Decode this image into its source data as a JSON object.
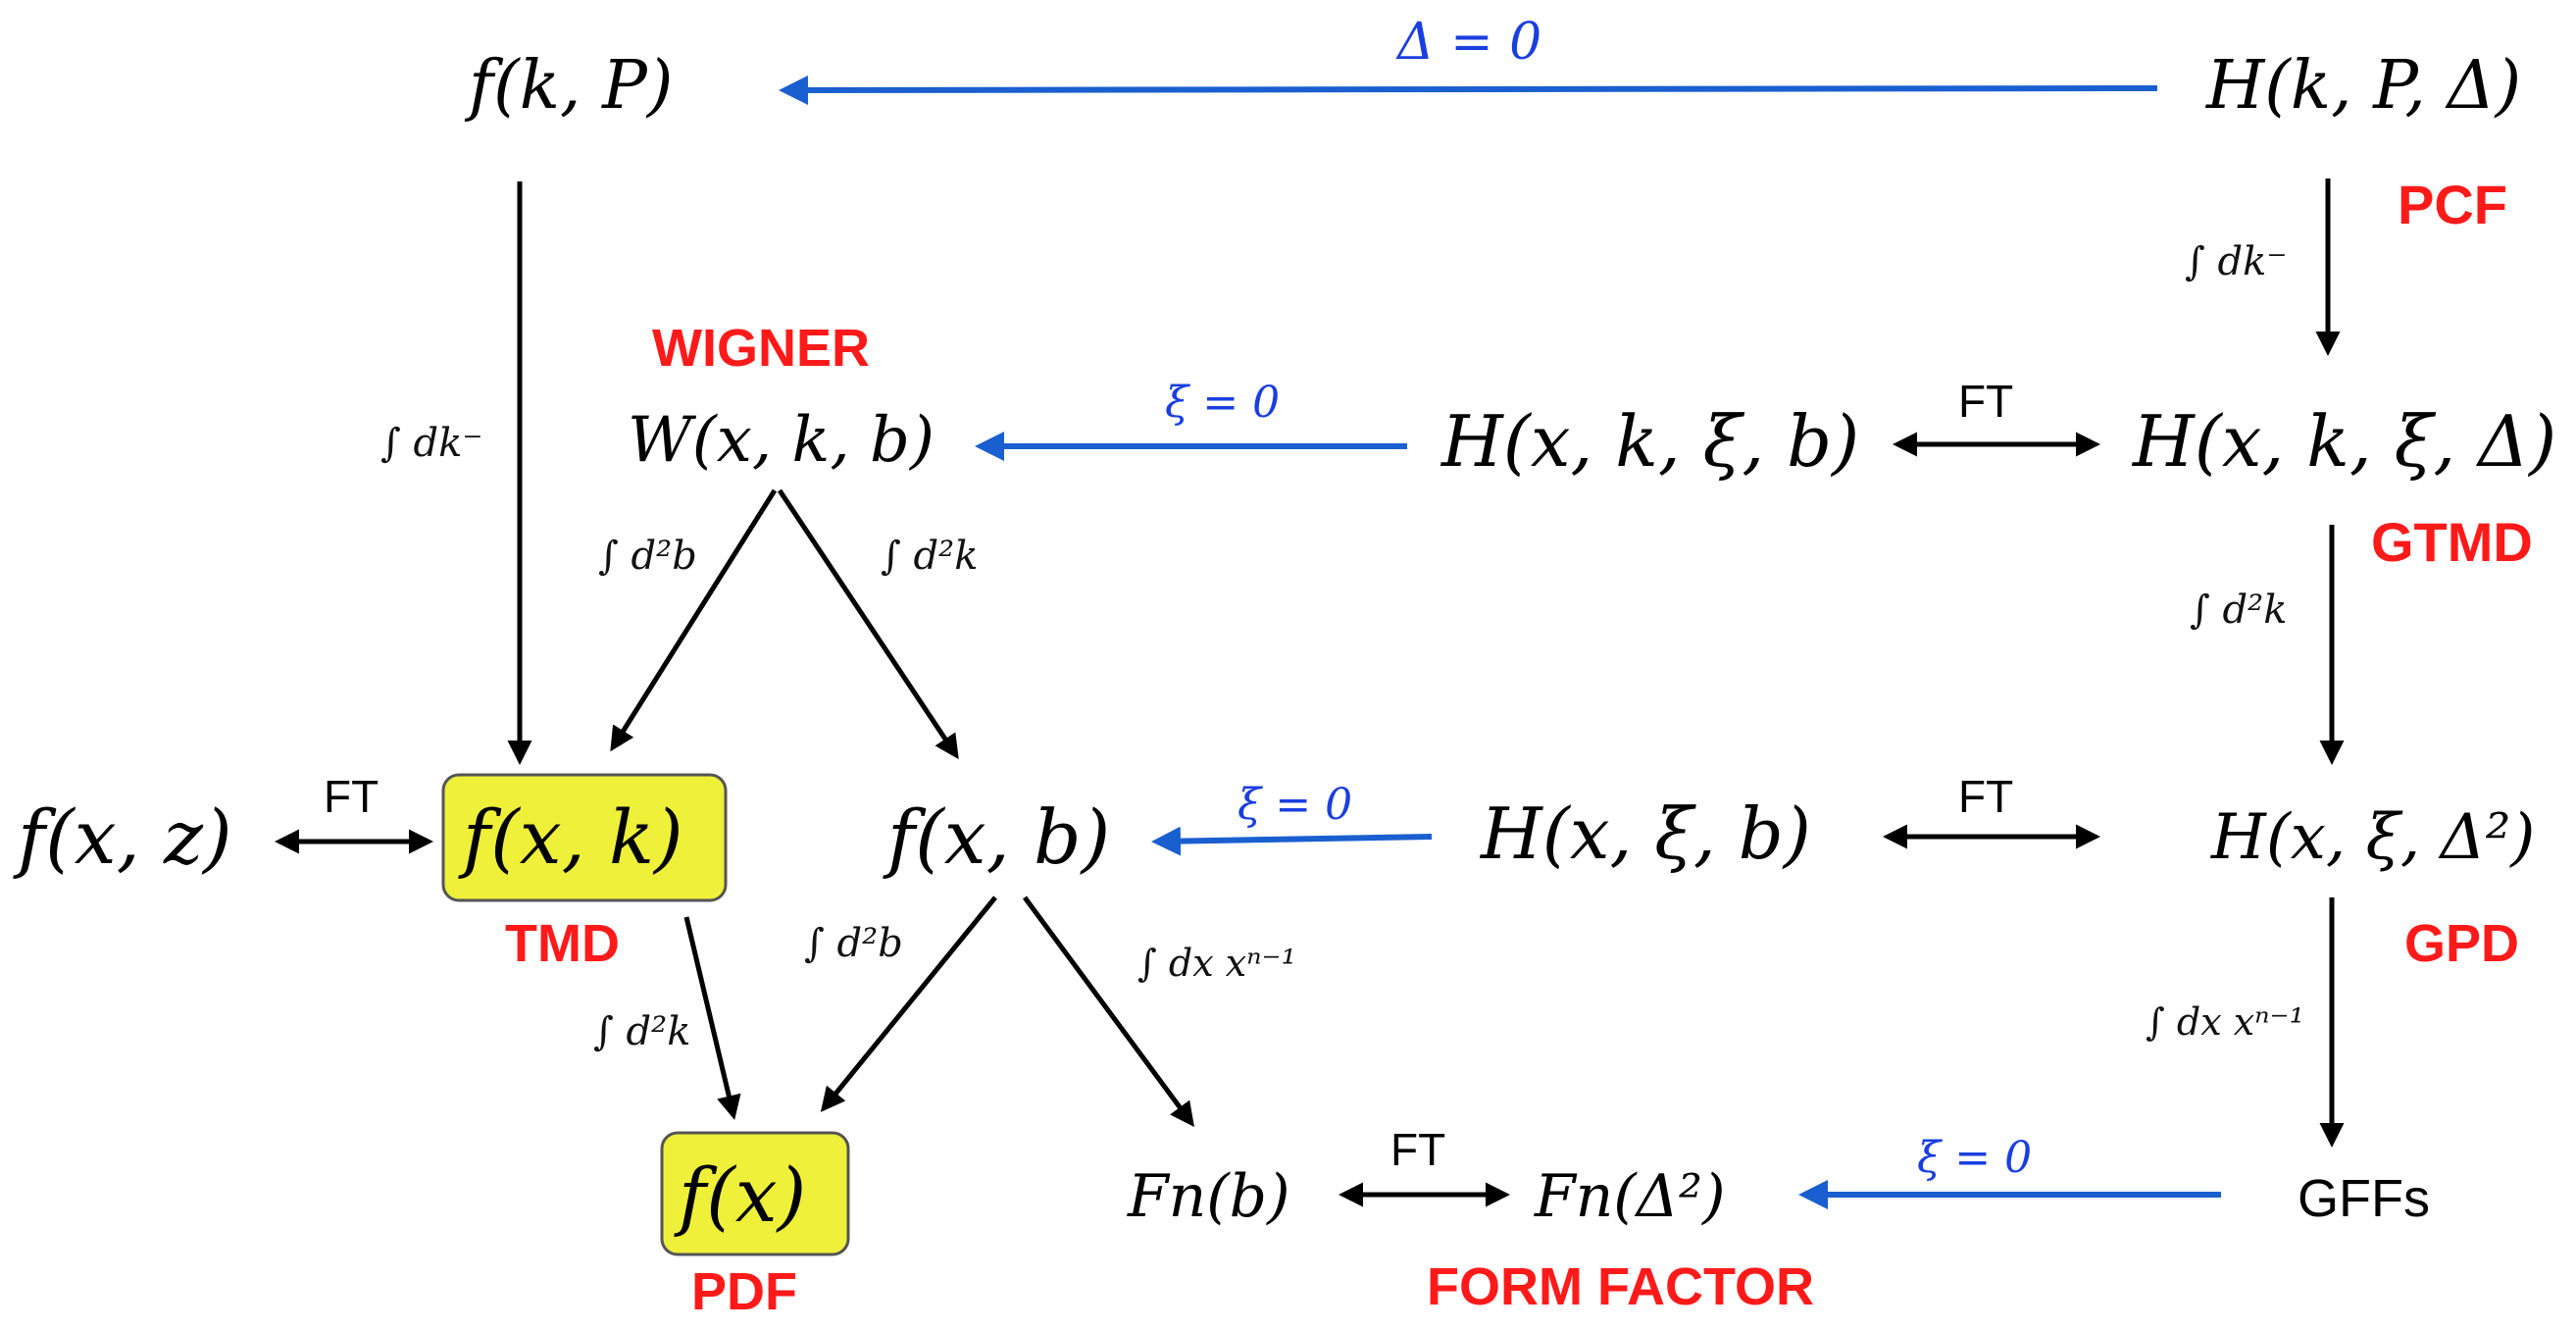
{
  "colors": {
    "arrow": "#000000",
    "blue_arrow": "#1a5fd0",
    "blue_text": "#1a3fe0",
    "tag": "#ff1a1a",
    "box_fill": "#eef03a"
  },
  "nodes": {
    "f_kP": "f(k, P)",
    "H_kPD": "H(k, P, Δ)",
    "W": "W(x, k, b)",
    "H_xkxib": "H(x, k, ξ, b)",
    "H_xkxiD": "H(x, k, ξ, Δ)",
    "f_xz": "f(x, z)",
    "f_xk": "f(x, k)",
    "f_xb": "f(x, b)",
    "H_xxib": "H(x, ξ, b)",
    "H_xxiD2": "H(x, ξ, Δ²)",
    "f_x": "f(x)",
    "Fn_b": "Fn(b)",
    "Fn_D2": "Fn(Δ²)",
    "GFFs": "GFFs"
  },
  "tags": {
    "pcf": "PCF",
    "wigner": "WIGNER",
    "gtmd": "GTMD",
    "tmd": "TMD",
    "gpd": "GPD",
    "pdf": "PDF",
    "form_factor": "FORM FACTOR"
  },
  "conditions": {
    "delta_zero": "Δ = 0",
    "xi_zero_top": "ξ = 0",
    "xi_zero_mid": "ξ = 0",
    "xi_zero_bottom": "ξ = 0"
  },
  "ft": {
    "top": "FT",
    "left": "FT",
    "mid": "FT",
    "bottom": "FT"
  },
  "integrals": {
    "dk_right": "∫ dk⁻",
    "dk_left": "∫ dk⁻",
    "d2b_w": "∫ d²b",
    "d2k_w": "∫ d²k",
    "d2k_right": "∫ d²k",
    "d2k_tmd": "∫ d²k",
    "d2b_fb": "∫ d²b",
    "dx_fb": "∫ dx xⁿ⁻¹",
    "dx_gpd": "∫ dx xⁿ⁻¹"
  }
}
